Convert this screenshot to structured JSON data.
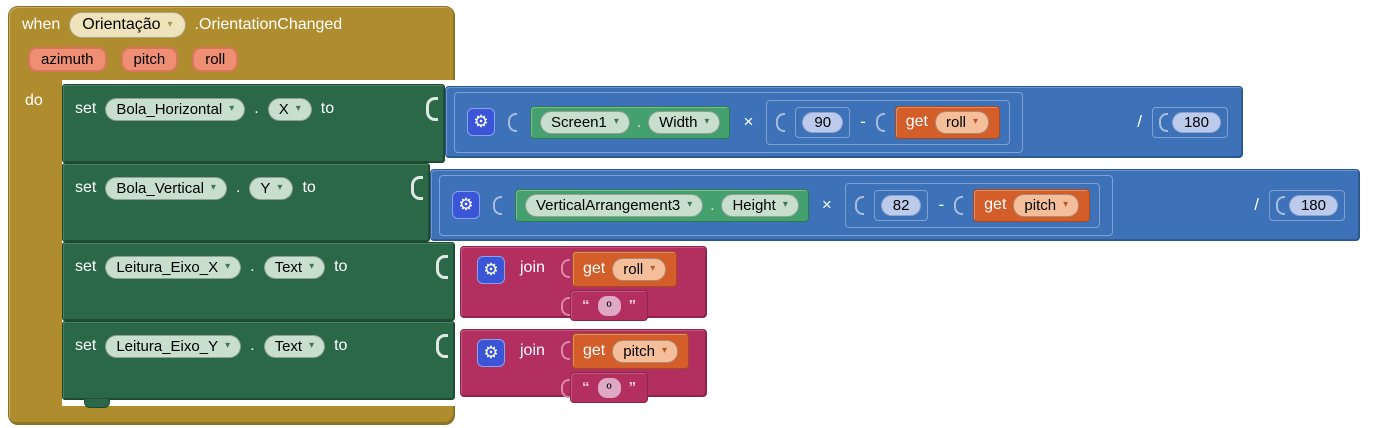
{
  "icons": {
    "dropdown": "▾",
    "gear": "⚙"
  },
  "colors": {
    "event_gold": "#AF8D2F",
    "setter_green": "#2A6847",
    "component_getter_green": "#44A06F",
    "math_blue": "#3D72B8",
    "text_magenta": "#B22F5F",
    "variable_orange": "#D35E2A",
    "param_salmon": "#EE8F73",
    "gear_indigo": "#3A55D6",
    "field_sage": "#C8DFCE",
    "field_cream": "#EFE3BC",
    "field_blue": "#BCCAEC",
    "field_salmon": "#F4BE9B",
    "field_pink": "#DFA9C6"
  },
  "event_block": {
    "when_label": "when",
    "component": "Orientação",
    "event_name": ".OrientationChanged",
    "params": [
      "azimuth",
      "pitch",
      "roll"
    ],
    "do_label": "do"
  },
  "set_rows": [
    {
      "set_label": "set",
      "component": "Bola_Horizontal",
      "dot": ".",
      "property": "X",
      "to_label": "to"
    },
    {
      "set_label": "set",
      "component": "Bola_Vertical",
      "dot": ".",
      "property": "Y",
      "to_label": "to"
    },
    {
      "set_label": "set",
      "component": "Leitura_Eixo_X",
      "dot": ".",
      "property": "Text",
      "to_label": "to"
    },
    {
      "set_label": "set",
      "component": "Leitura_Eixo_Y",
      "dot": ".",
      "property": "Text",
      "to_label": "to"
    }
  ],
  "math_row_1": {
    "getter_component": "Screen1",
    "getter_dot": ".",
    "getter_property": "Width",
    "times": "×",
    "minuend": "90",
    "minus": "-",
    "get_label": "get",
    "variable": "roll",
    "divide": "/",
    "divisor": "180"
  },
  "math_row_2": {
    "getter_component": "VerticalArrangement3",
    "getter_dot": ".",
    "getter_property": "Height",
    "times": "×",
    "minuend": "82",
    "minus": "-",
    "get_label": "get",
    "variable": "pitch",
    "divide": "/",
    "divisor": "180"
  },
  "join_row_1": {
    "join_label": "join",
    "get_label": "get",
    "variable": "roll",
    "quote_open": "“",
    "text_value": "º",
    "quote_close": "”"
  },
  "join_row_2": {
    "join_label": "join",
    "get_label": "get",
    "variable": "pitch",
    "quote_open": "“",
    "text_value": "º",
    "quote_close": "”"
  }
}
